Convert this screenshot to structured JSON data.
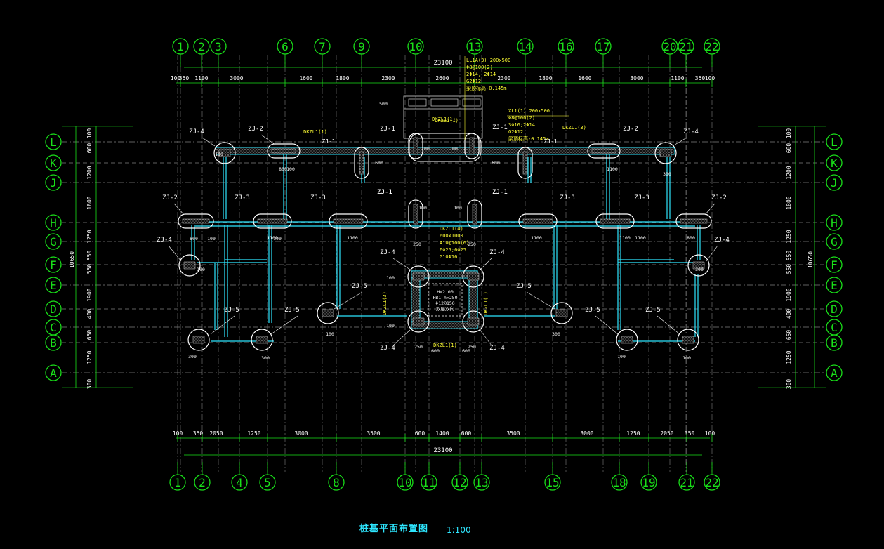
{
  "drawing": {
    "title": "桩基平面布置图",
    "scale": "1:100",
    "colors": {
      "grid_bubble": "#19e019",
      "wall": "#2ee6ff",
      "dim": "#19e019",
      "label": "#ffffff",
      "note": "#ffff33",
      "axis_line": "#808080"
    }
  },
  "axes": {
    "top": [
      "1",
      "2",
      "3",
      "6",
      "7",
      "9",
      "10",
      "13",
      "14",
      "16",
      "17",
      "20",
      "21",
      "22"
    ],
    "bottom": [
      "1",
      "2",
      "4",
      "5",
      "8",
      "10",
      "11",
      "12",
      "13",
      "15",
      "18",
      "19",
      "21",
      "22"
    ],
    "left": [
      "L",
      "K",
      "J",
      "H",
      "G",
      "F",
      "E",
      "D",
      "C",
      "B",
      "A"
    ],
    "right": [
      "L",
      "K",
      "J",
      "H",
      "G",
      "F",
      "E",
      "D",
      "C",
      "B",
      "A"
    ]
  },
  "dimensions": {
    "top_total": "23100",
    "top": [
      "100",
      "350",
      "1100",
      "3000",
      "1600",
      "1800",
      "2300",
      "2600",
      "2300",
      "1800",
      "1600",
      "3000",
      "1100",
      "350",
      "100"
    ],
    "bottom_total": "23100",
    "bottom": [
      "100",
      "350",
      "2050",
      "1250",
      "3000",
      "3500",
      "600",
      "1400",
      "600",
      "3500",
      "3000",
      "1250",
      "2050",
      "350",
      "100"
    ],
    "left_total": "10650",
    "left": [
      "100",
      "600",
      "1200",
      "1800",
      "1250",
      "550",
      "550",
      "1900",
      "400",
      "650",
      "1250",
      "300"
    ],
    "right_total": "10650",
    "right": [
      "100",
      "600",
      "1200",
      "1800",
      "1250",
      "550",
      "550",
      "1900",
      "400",
      "650",
      "1250",
      "300"
    ],
    "local": [
      "800",
      "100",
      "100",
      "100",
      "800",
      "1100",
      "1100",
      "1100",
      "1100",
      "1100",
      "1100",
      "800",
      "300",
      "100",
      "300",
      "100",
      "300",
      "100",
      "100",
      "300",
      "250",
      "250",
      "250",
      "250",
      "100",
      "100",
      "600",
      "600",
      "600",
      "600",
      "100",
      "100",
      "100",
      "100",
      "100",
      "500",
      "300"
    ]
  },
  "caps": [
    "ZJ-4",
    "ZJ-2",
    "ZJ-1",
    "ZJ-1",
    "ZJ-1",
    "ZJ-1",
    "ZJ-2",
    "ZJ-4",
    "ZJ-2",
    "ZJ-3",
    "ZJ-3",
    "ZJ-1",
    "ZJ-1",
    "ZJ-3",
    "ZJ-3",
    "ZJ-2",
    "ZJ-4",
    "ZJ-4",
    "ZJ-4",
    "ZJ-4",
    "ZJ-5",
    "ZJ-5",
    "ZJ-5",
    "ZJ-5",
    "ZJ-5",
    "ZJ-5",
    "ZJ-4",
    "ZJ-4"
  ],
  "beams": [
    "DKZL1(1)",
    "DKZL1(1)",
    "DKZL1(3)",
    "DKZL1(3)",
    "DKZL1(1)",
    "DKZL1(1)",
    "DKZL1(1)"
  ],
  "notes": {
    "top_note": [
      "LL1A(3) 200x500",
      "Φ8@100(2)",
      "2Φ14, 2Φ14",
      "G2Φ12",
      "梁顶标高-0.145m"
    ],
    "right_note": [
      "XL1(1) 200x500",
      "Φ8@100(2)",
      "3Φ16;2Φ14",
      "G2Φ12",
      "梁顶标高-0.145m"
    ],
    "mid_note": [
      "DKZL1(4)",
      "600x1000",
      "Φ10@100(6)",
      "6Φ25;6Φ25",
      "G10Φ16"
    ],
    "pit": [
      "H=2.00",
      "FB1 h=250",
      "Φ12@150",
      "双层双向"
    ]
  },
  "labels": {
    "top_beam_1": "ZJ-1",
    "top_beam_2": "ZJ-1"
  }
}
